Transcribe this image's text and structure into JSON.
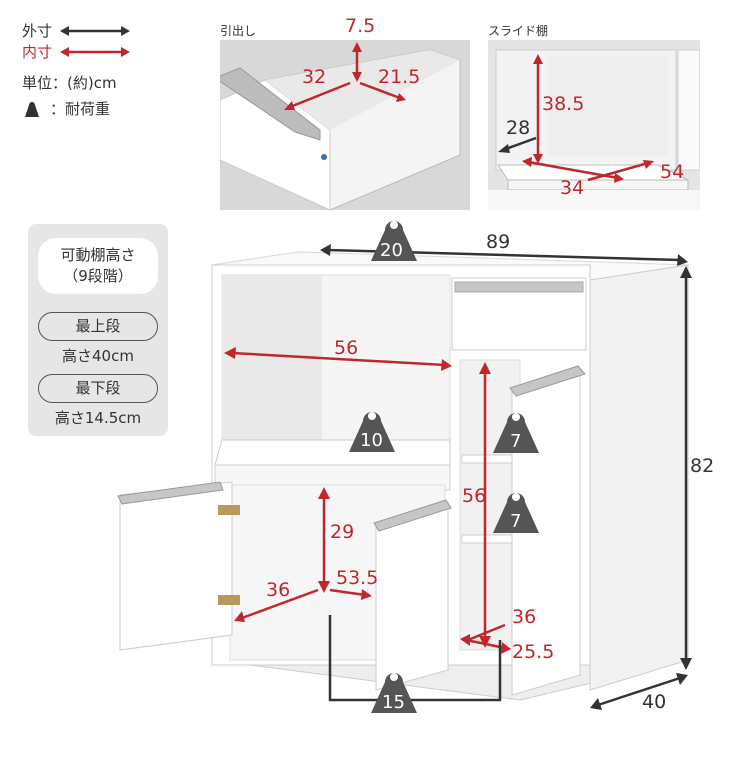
{
  "legend": {
    "outer_label": "外寸",
    "inner_label": "内寸",
    "unit_label": "単位：(約)cm",
    "load_label": "：耐荷重",
    "outer_color": "#333333",
    "inner_color": "#c0272d",
    "weight_icon": "weight-icon"
  },
  "panel": {
    "title_line1": "可動棚高さ",
    "title_line2": "（9段階）",
    "top_label": "最上段",
    "top_value": "高さ40cm",
    "bottom_label": "最下段",
    "bottom_value": "高さ14.5cm"
  },
  "drawer_photo": {
    "caption": "引出し",
    "dim_height": "7.5",
    "dim_width": "32",
    "dim_depth": "21.5"
  },
  "slide_photo": {
    "caption": "スライド棚",
    "dim_height": "38.5",
    "dim_depth_left": "28",
    "dim_width": "34",
    "dim_depth": "54"
  },
  "main": {
    "outer_width": "89",
    "outer_height": "82",
    "outer_depth": "40",
    "top_load": "20",
    "microwave_width": "56",
    "slide_load": "10",
    "right_shelf_load_1": "7",
    "right_shelf_load_2": "7",
    "right_height": "56",
    "right_inner_width": "36",
    "right_inner_depth": "25.5",
    "lower_height": "29",
    "lower_width": "36",
    "lower_depth": "53.5",
    "lower_load": "15"
  }
}
